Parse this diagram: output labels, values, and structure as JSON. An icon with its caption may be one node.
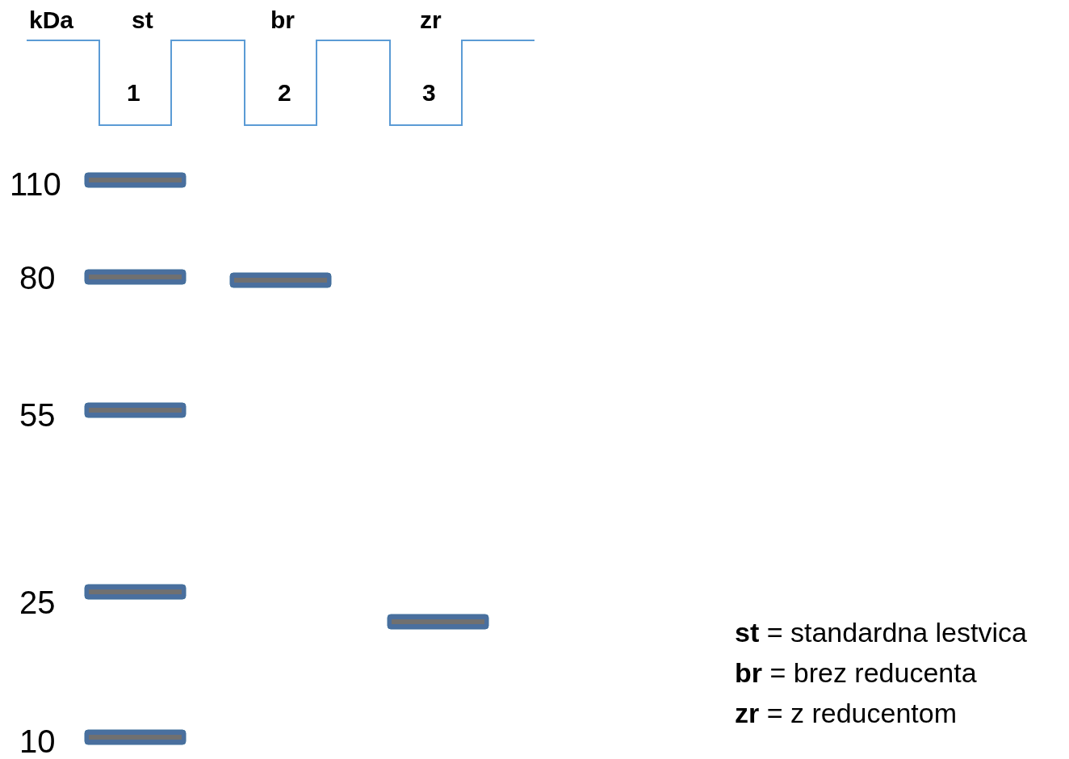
{
  "diagram": {
    "labels": [
      "kDa",
      "st",
      "br",
      "zr",
      "1",
      "2",
      "3",
      "110",
      "80",
      "55",
      "25",
      "10",
      "**st** = standardna lestvica",
      "**br** = brez reducenta",
      "**zr** = z reducentom"
    ]
  }
}
